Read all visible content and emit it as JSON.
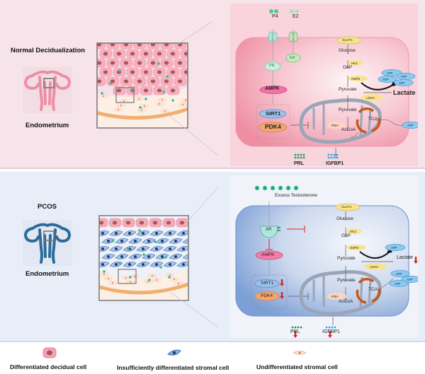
{
  "top_panel": {
    "condition_title": "Normal Decidualization",
    "organ_label": "Endometrium",
    "hormones": [
      {
        "label": "P4",
        "receptor": "PR"
      },
      {
        "label": "E2",
        "receptor": "ER"
      }
    ],
    "signaling": [
      "AMPK",
      "SIRT1",
      "PDK4"
    ],
    "glycolysis": {
      "transporter": "GLUT1",
      "metabolites": [
        "Glucose",
        "G6P",
        "Pyruvate"
      ],
      "enzymes": [
        "HK2",
        "G6PD",
        "LDHA"
      ],
      "lactate": "Lactate",
      "atp_labels": [
        "ATP",
        "ATP",
        "ATP",
        "ATP"
      ]
    },
    "mitochondria": {
      "pyruvate": "Pyruvate",
      "pdh": "PDH",
      "accoa": "AcCoA",
      "tca": "TCA",
      "atp": "ATP"
    },
    "outputs": [
      "PRL",
      "IGFBP1"
    ]
  },
  "bottom_panel": {
    "condition_title": "PCOS",
    "organ_label": "Endometrium",
    "hormone": "Excess Testosterone",
    "receptor": "AR",
    "signaling": [
      "AMPK",
      "SIRT1",
      "PDK4"
    ],
    "glycolysis": {
      "transporter": "GLUT1",
      "metabolites": [
        "Glucose",
        "G6P",
        "Pyruvate"
      ],
      "enzymes": [
        "HK2",
        "G6PD",
        "LDHA"
      ],
      "lactate": "Lactate",
      "atp_label": "ATP"
    },
    "mitochondria": {
      "pyruvate": "Pyruvate",
      "pdh": "PDH",
      "accoa": "AcCoA",
      "tca": "TCA",
      "atp_labels": [
        "ATP",
        "ATP",
        "ATP"
      ]
    },
    "outputs": [
      "PRL",
      "IGFBP1"
    ],
    "down_regulated": [
      "SIRT1",
      "PDK4",
      "Lactate",
      "PRL",
      "IGFBP1"
    ]
  },
  "legend": {
    "items": [
      {
        "label": "Differentiated decidual cell"
      },
      {
        "label": "Insufficiently differentiated stromal cell"
      },
      {
        "label": "Undifferentiated stromal cell"
      }
    ]
  },
  "colors": {
    "top_bg": "#f7e3ea",
    "bottom_bg": "#e8eef8",
    "decidual_cell": "#f29aaa",
    "stromal_insufficient": "#4b78b8",
    "stromal_undiff": "#f6c7a8",
    "tca_arrow": "#c8561b",
    "down_arrow": "#e02020",
    "inhibit": "#e04848",
    "prl_dots": "#1aa050",
    "igfbp1_dots": "#2aa8e8"
  }
}
